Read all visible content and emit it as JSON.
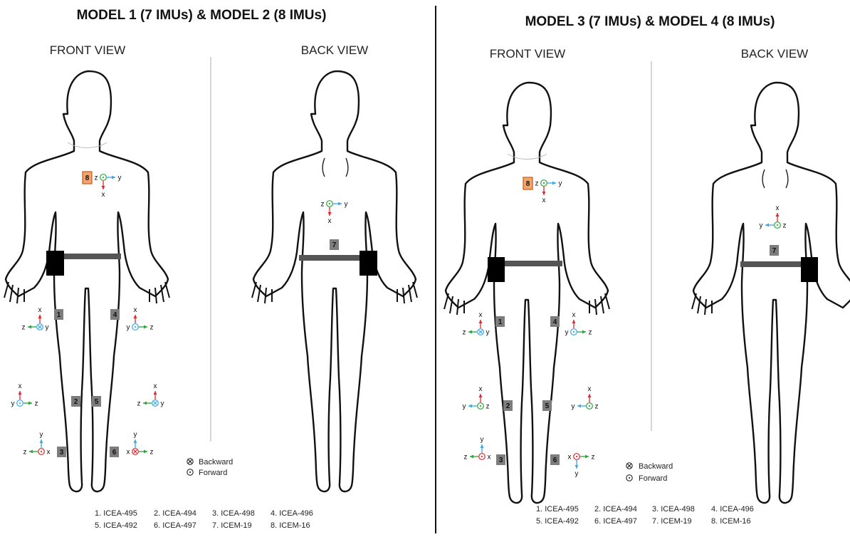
{
  "panels": [
    {
      "title": "MODEL 1 (7 IMUs) & MODEL 2 (8 IMUs)",
      "front_label": "FRONT VIEW",
      "back_label": "BACK VIEW",
      "legend": {
        "backward": "Backward",
        "forward": "Forward"
      },
      "ids": [
        "1. ICEA-495",
        "2. ICEA-494",
        "3. ICEA-498",
        "4. ICEA-496",
        "5. ICEA-492",
        "6. ICEA-497",
        "7. ICEM-19",
        "8. ICEM-16"
      ]
    },
    {
      "title": "MODEL 3 (7 IMUs) & MODEL 4 (8 IMUs)",
      "front_label": "FRONT VIEW",
      "back_label": "BACK VIEW",
      "legend": {
        "backward": "Backward",
        "forward": "Forward"
      },
      "ids": [
        "1. ICEA-495",
        "2. ICEA-494",
        "3. ICEA-498",
        "4. ICEA-496",
        "5. ICEA-492",
        "6. ICEA-497",
        "7. ICEM-19",
        "8. ICEM-16"
      ]
    }
  ],
  "sensor_numbers": [
    "1",
    "2",
    "3",
    "4",
    "5",
    "6",
    "7",
    "8"
  ],
  "axis_letters": {
    "x": "x",
    "y": "y",
    "z": "z"
  },
  "colors": {
    "sensor_box": "#7d7d7d",
    "sensor_8_fill": "#f2a46a",
    "sensor_8_stroke": "#c95a1a",
    "axis_x": "#e0262b",
    "axis_y": "#36a8e6",
    "axis_z": "#2aa53a",
    "divider": "#111111",
    "belt": "#555555",
    "buckle": "#000000"
  }
}
